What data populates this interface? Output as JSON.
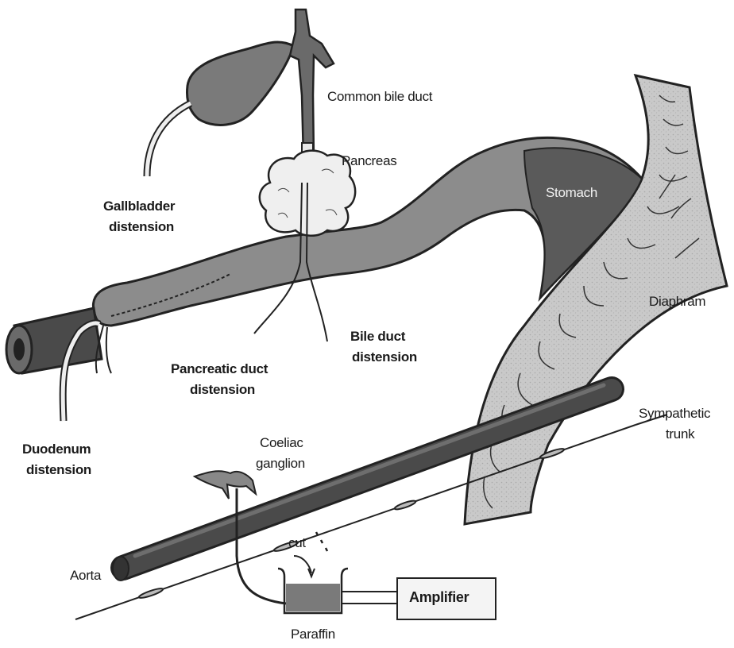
{
  "labels": {
    "common_bile_duct": "Common bile duct",
    "pancreas": "Pancreas",
    "stomach": "Stomach",
    "gallbladder_distension_1": "Gallbladder",
    "gallbladder_distension_2": "distension",
    "diaphragm": "Diaphram",
    "bile_duct_distension_1": "Bile duct",
    "bile_duct_distension_2": "distension",
    "pancreatic_duct_distension_1": "Pancreatic duct",
    "pancreatic_duct_distension_2": "distension",
    "duodenum_distension_1": "Duodenum",
    "duodenum_distension_2": "distension",
    "sympathetic_trunk_1": "Sympathetic",
    "sympathetic_trunk_2": "trunk",
    "coeliac_ganglion_1": "Coeliac",
    "coeliac_ganglion_2": "ganglion",
    "cut": "cut",
    "aorta": "Aorta",
    "amplifier": "Amplifier",
    "paraffin": "Paraffin"
  },
  "colors": {
    "organ_gray": "#8c8c8c",
    "stomach_dark": "#5a5a5a",
    "diaphragm_light": "#c8c8c8",
    "outline": "#222222",
    "aorta": "#3a3a3a",
    "pancreas_fill": "#efefef"
  }
}
